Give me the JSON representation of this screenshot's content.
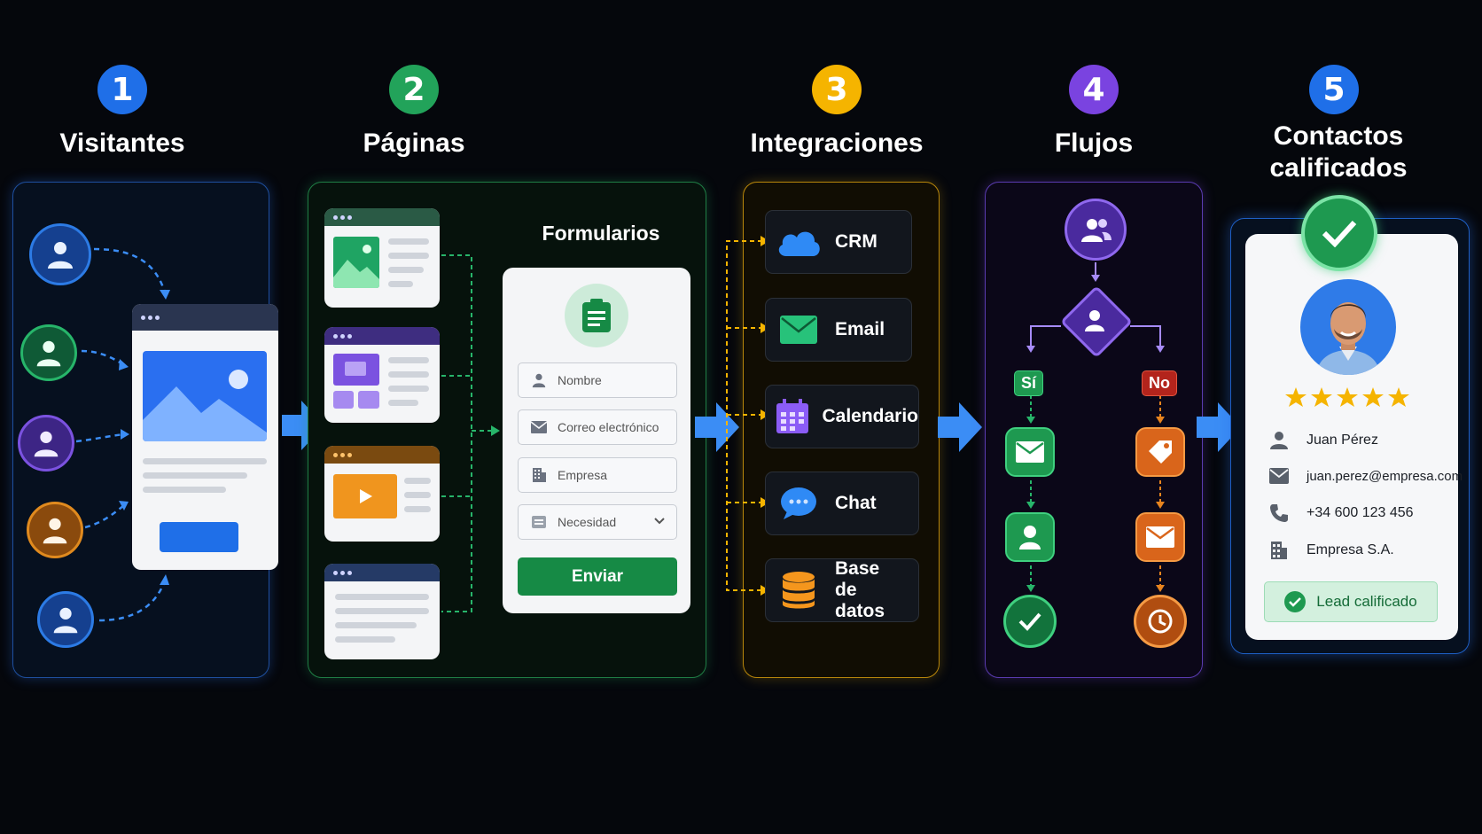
{
  "steps": [
    {
      "number": "1",
      "title": "Visitantes",
      "color": "#1f6fe8"
    },
    {
      "number": "2",
      "title": "Páginas",
      "color": "#22a35a"
    },
    {
      "number": "3",
      "title": "Integraciones",
      "color": "#f5b400"
    },
    {
      "number": "4",
      "title": "Flujos",
      "color": "#7a43e0"
    },
    {
      "number": "5",
      "title": "Contactos calificados",
      "color": "#1f6fe8"
    }
  ],
  "form": {
    "heading": "Formularios",
    "fields": [
      {
        "placeholder": "Nombre",
        "icon": "person-icon"
      },
      {
        "placeholder": "Correo electrónico",
        "icon": "mail-icon"
      },
      {
        "placeholder": "Empresa",
        "icon": "building-icon"
      },
      {
        "placeholder": "Necesidad",
        "icon": "list-icon"
      }
    ],
    "submit": "Enviar",
    "accent": "#168a45"
  },
  "integrations": [
    {
      "label": "CRM",
      "icon": "cloud-icon",
      "color": "#2f8af5"
    },
    {
      "label": "Email",
      "icon": "envelope-icon",
      "color": "#27c27a"
    },
    {
      "label": "Calendario",
      "icon": "calendar-icon",
      "color": "#8b5cf6"
    },
    {
      "label": "Chat",
      "icon": "chat-icon",
      "color": "#2f8af5"
    },
    {
      "label": "Base de datos",
      "icon": "database-icon",
      "color": "#f5961d"
    }
  ],
  "flows": {
    "yes": "Sí",
    "no": "No",
    "yes_color": "#1e9950",
    "no_color": "#d9651b"
  },
  "contact": {
    "name": "Juan Pérez",
    "email": "juan.perez@empresa.com",
    "phone": "+34 600 123 456",
    "company": "Empresa S.A.",
    "rating": 5,
    "badge": "Lead calificado"
  }
}
